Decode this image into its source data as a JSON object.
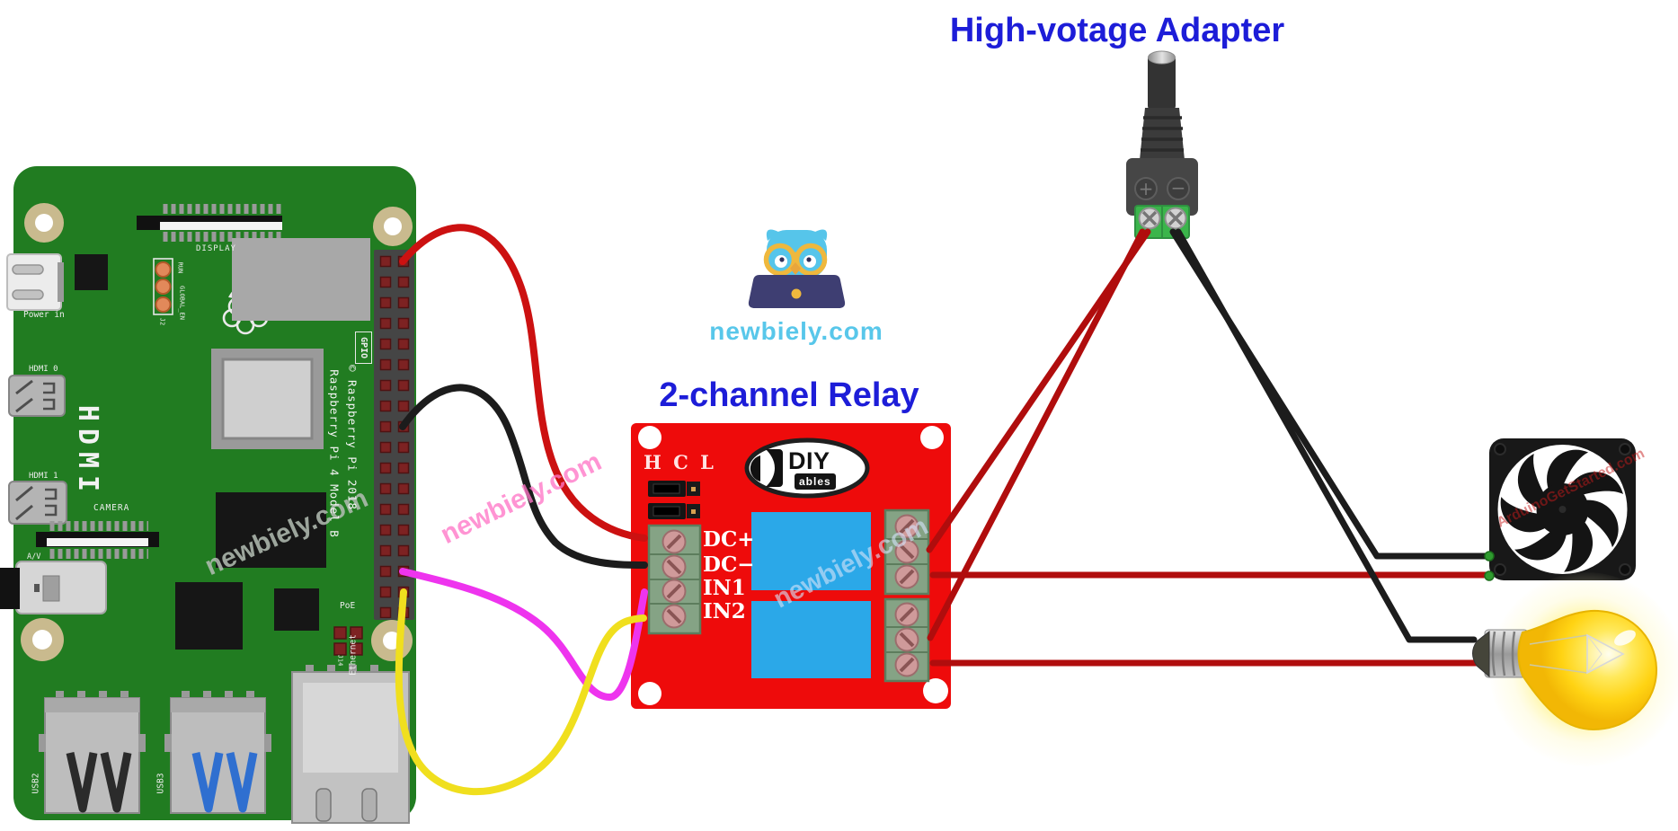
{
  "diagram": {
    "titles": {
      "adapter": "High-votage Adapter",
      "relay": "2-channel Relay"
    },
    "brand": "newbiely.com",
    "watermarks": {
      "pi": "newbiely.com",
      "between": "newbiely.com",
      "relay": "newbiely.com",
      "fan": "ArduinoGetStarted.com"
    }
  },
  "pi": {
    "power_in": "Power in",
    "display": "DISPLAY",
    "run": "RUN",
    "global_en": "GLOBAL_EN",
    "j2": "J2",
    "gpio": "GPIO",
    "hdmi_big": "HDMI",
    "hdmi0": "HDMI 0",
    "hdmi1": "HDMI 1",
    "camera": "CAMERA",
    "av": "A/V",
    "model": "Raspberry Pi 4 Model B",
    "copyright": "© Raspberry Pi 2018",
    "poe": "PoE",
    "j14": "J14",
    "usb2": "USB2",
    "usb3": "USB3",
    "ethernet": "Ethernet"
  },
  "relay": {
    "jumper_header": "H C L",
    "terminals": [
      "DC+",
      "DC−",
      "IN1",
      "IN2"
    ],
    "logo_top": "DIY",
    "logo_bottom": "ables"
  },
  "adapter": {
    "plus": "+",
    "minus": "−"
  },
  "wire_colors": {
    "pi_5v_red": "#cc1111",
    "pi_gnd_black": "#1c1c1c",
    "in1_magenta": "#ee34ee",
    "in2_yellow": "#f0df1e",
    "ac_live_red": "#b00d0d",
    "ac_neutral_black": "#1c1c1c"
  }
}
